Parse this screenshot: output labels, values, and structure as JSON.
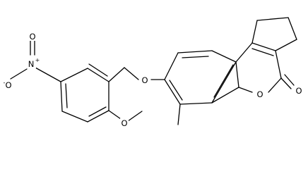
{
  "atoms": {
    "o_minus": "O",
    "o_minus_charge": "-",
    "n_plus": "N",
    "n_plus_charge": "+",
    "o_nitro": "O",
    "o_methoxy": "O",
    "o_ether": "O",
    "o_ring": "O",
    "o_carbonyl": "O"
  },
  "colors": {
    "bond": "#000000",
    "background": "#ffffff"
  }
}
